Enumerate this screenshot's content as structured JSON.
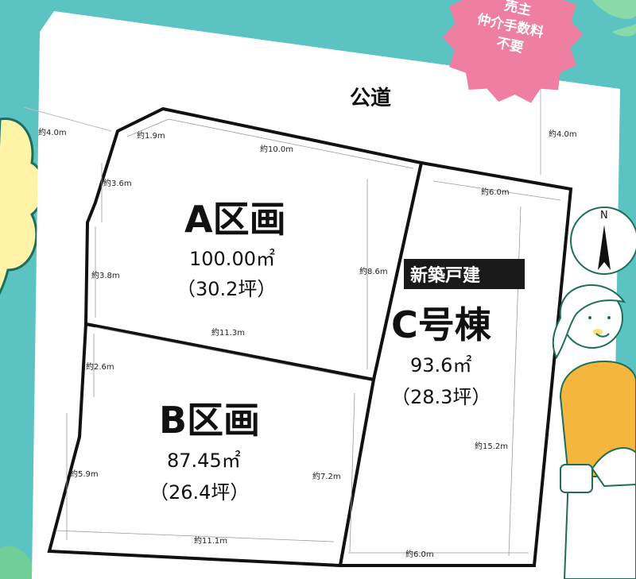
{
  "road": {
    "label": "公道"
  },
  "road_width_left": "約4.0m",
  "road_width_right": "約4.0m",
  "stamp": {
    "line1": "売主",
    "line2": "仲介手数料",
    "line3": "不要"
  },
  "lots": {
    "a": {
      "name": "A区画",
      "area": "100.00㎡",
      "tsubo": "（30.2坪）"
    },
    "b": {
      "name": "B区画",
      "area": "87.45㎡",
      "tsubo": "（26.4坪）"
    },
    "c": {
      "badge": "新築戸建",
      "name": "C号棟",
      "area": "93.6㎡",
      "tsubo": "（28.3坪）"
    }
  },
  "dimensions": {
    "a_top_short": "約1.9m",
    "a_top": "約10.0m",
    "a_left_upper": "約3.6m",
    "a_left_lower": "約3.8m",
    "a_right": "約8.6m",
    "a_bottom": "約11.3m",
    "b_left_upper": "約2.6m",
    "b_left": "約5.9m",
    "b_right": "約7.2m",
    "b_bottom": "約11.1m",
    "c_top": "約6.0m",
    "c_right": "約15.2m",
    "c_bottom": "約6.0m"
  },
  "compass": {
    "north": "N"
  },
  "colors": {
    "background": "#5bc3c2",
    "paper": "#ffffff",
    "stamp": "#ee7fa0",
    "badge": "#1a1a1a",
    "tree": "#fff3a8",
    "shirt": "#f4b63c"
  }
}
